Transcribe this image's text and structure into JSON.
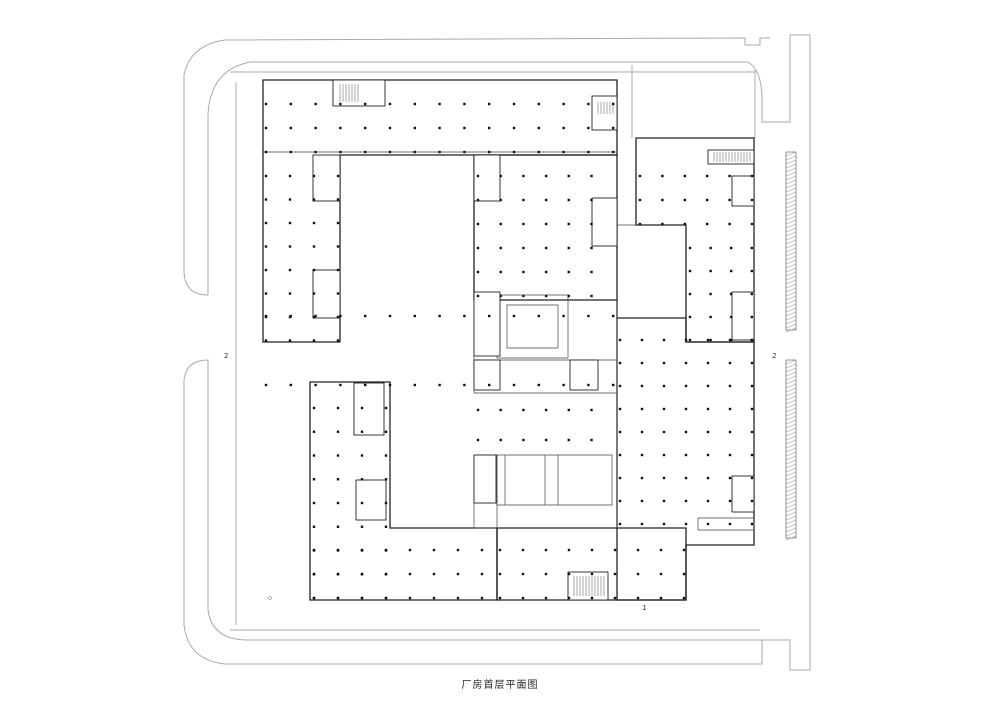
{
  "drawing": {
    "title": "厂房首层平面图",
    "grid_marks": {
      "left": "2",
      "right": "2",
      "bottom": "1"
    }
  }
}
